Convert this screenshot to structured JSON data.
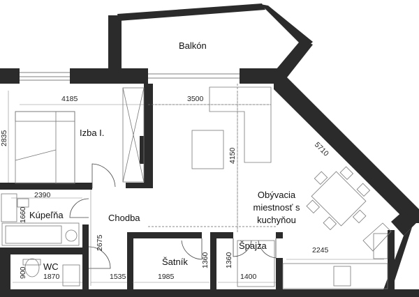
{
  "plan": {
    "rooms": {
      "balcony": "Balkón",
      "room1": "Izba I.",
      "bathroom": "Kúpeľňa",
      "hallway": "Chodba",
      "living_line1": "Obývacia",
      "living_line2": "miestnosť s",
      "living_line3": "kuchyňou",
      "wardrobe": "Šatník",
      "pantry": "Špajza",
      "wc": "WC"
    },
    "dimensions": {
      "d4185": "4185",
      "d3500": "3500",
      "d2835": "2835",
      "d4150": "4150",
      "d5710": "5710",
      "d2390": "2390",
      "d1660": "1660",
      "d2675": "2675",
      "d2245": "2245",
      "d1360a": "1360",
      "d1360b": "1360",
      "d1985": "1985",
      "d1400": "1400",
      "d1535": "1535",
      "d1870": "1870",
      "d900": "900"
    },
    "colors": {
      "wall": "#2b2b2b",
      "line": "#666666",
      "text": "#111111"
    }
  }
}
